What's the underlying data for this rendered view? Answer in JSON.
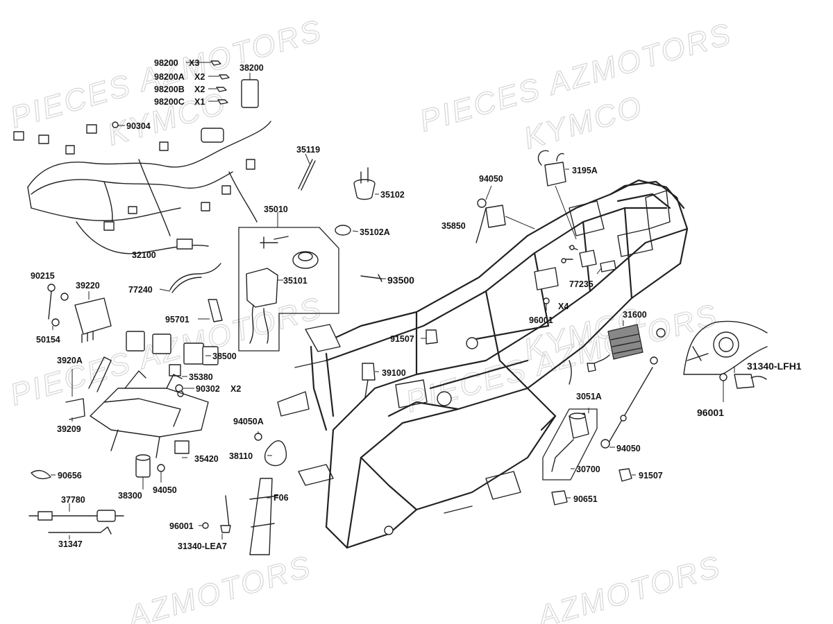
{
  "watermarks": [
    "PIECES AZMOTORS",
    "KYMCO",
    "PIECES AZMOTORS",
    "KYMCO",
    "PIECES AZMOTORS",
    "KYMCO",
    "AZMOTORS",
    "AZMOTORS"
  ],
  "labels": {
    "p98200": "98200",
    "p98200_qty": "X3",
    "p98200A": "98200A",
    "p98200A_qty": "X2",
    "p98200B": "98200B",
    "p98200B_qty": "X2",
    "p98200C": "98200C",
    "p98200C_qty": "X1",
    "p38200": "38200",
    "p90304": "90304",
    "p32100": "32100",
    "p35119": "35119",
    "p35102": "35102",
    "p35010": "35010",
    "p35102A": "35102A",
    "p35101": "35101",
    "p93500": "93500",
    "p77240": "77240",
    "p95701": "95701",
    "p90215": "90215",
    "p39220": "39220",
    "p50154": "50154",
    "p3920A": "3920A",
    "p38500": "38500",
    "p35380": "35380",
    "p90302": "90302",
    "p90302_qty": "X2",
    "p39209": "39209",
    "p35420": "35420",
    "p90656": "90656",
    "p38300": "38300",
    "p94050_left": "94050",
    "p37780": "37780",
    "p31347": "31347",
    "p94050A": "94050A",
    "p38110": "38110",
    "pF06": "F06",
    "p96001_left": "96001",
    "p31340LEA7": "31340-LEA7",
    "p91507_mid": "91507",
    "p39100": "39100",
    "p94050_top": "94050",
    "p3195A": "3195A",
    "p35850": "35850",
    "p77235": "77235",
    "pX4": "X4",
    "p96001_mid": "96001",
    "p31600": "31600",
    "p31340LFH1": "31340-LFH1",
    "p96001_right": "96001",
    "p3051A": "3051A",
    "p94050_right": "94050",
    "p30700": "30700",
    "p91507_right": "91507",
    "p90651": "90651"
  }
}
